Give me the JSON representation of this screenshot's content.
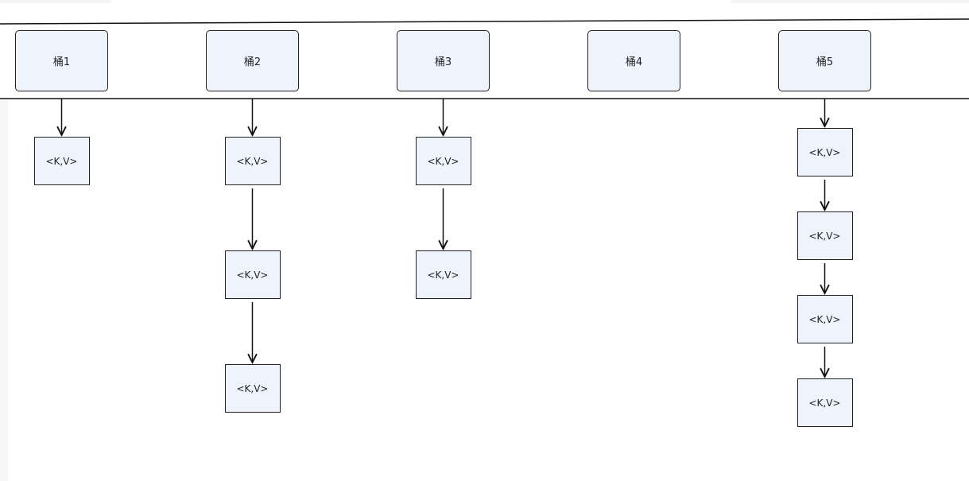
{
  "buckets": [
    {
      "label": "桶1",
      "entries": [
        "<K,V>"
      ]
    },
    {
      "label": "桶2",
      "entries": [
        "<K,V>",
        "<K,V>",
        "<K,V>"
      ]
    },
    {
      "label": "桶3",
      "entries": [
        "<K,V>",
        "<K,V>"
      ]
    },
    {
      "label": "桶4",
      "entries": []
    },
    {
      "label": "桶5",
      "entries": [
        "<K,V>",
        "<K,V>",
        "<K,V>",
        "<K,V>"
      ]
    }
  ],
  "colors": {
    "fill": "#eff4fc",
    "stroke": "#222222"
  }
}
